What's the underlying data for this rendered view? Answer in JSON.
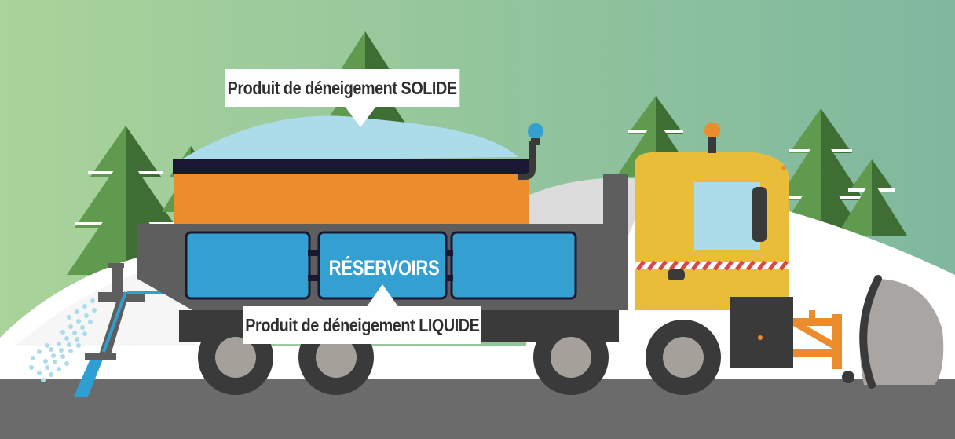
{
  "labels": {
    "solid_product": "Produit de déneigement SOLIDE",
    "liquid_product": "Produit de déneigement LIQUIDE",
    "tanks": "RÉSERVOIRS"
  },
  "colors": {
    "sky_left": "#a9d39a",
    "sky_right": "#7fb89f",
    "tree_light": "#5f9a4f",
    "tree_dark": "#3f6e35",
    "snow": "#ffffff",
    "road": "#6b6b6b",
    "salt_pile": "#acdcea",
    "hopper_orange": "#ec8d2d",
    "hopper_top": "#1a1733",
    "body_gray": "#5e5e5e",
    "tank_blue": "#33a0d1",
    "cab_yellow": "#e9bc3a",
    "plow_orange": "#ec8d2d",
    "plow_blade": "#a9a5a2",
    "wheel_dark": "#3a3a3a",
    "wheel_hub": "#a5a19a",
    "beacon_blue": "#33a0d1",
    "beacon_orange": "#ec8d2d",
    "spray_blue": "#2f9ed3"
  }
}
